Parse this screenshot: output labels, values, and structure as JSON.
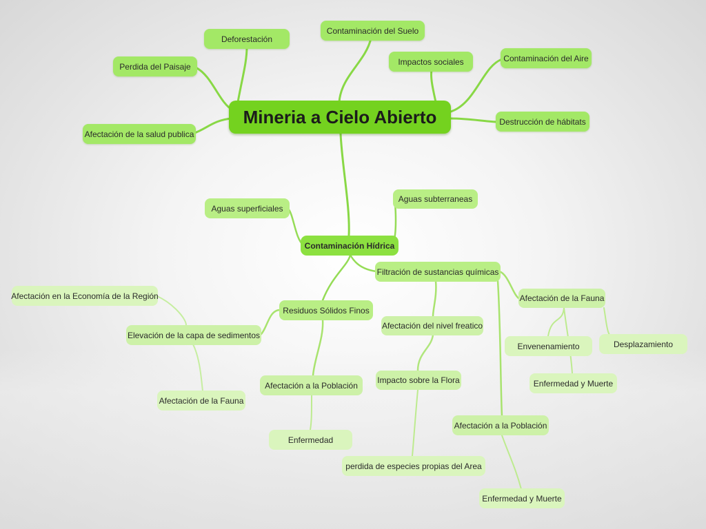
{
  "map": {
    "root": "Mineria a Cielo Abierto",
    "top_branches": {
      "deforestacion": "Deforestación",
      "contaminacion_suelo": "Contaminación del Suelo",
      "perdida_paisaje": "Perdida del Paisaje",
      "impactos_sociales": "Impactos sociales",
      "contaminacion_aire": "Contaminación del Aire",
      "afectacion_salud": "Afectación de la salud publica",
      "destruccion_habitats": "Destrucción de hábitats"
    },
    "hidrica": {
      "label": "Contaminación Hídrica",
      "aguas_superficiales": "Aguas superficiales",
      "aguas_subterraneas": "Aguas subterraneas",
      "filtracion": {
        "label": "Filtración de sustancias químicas",
        "nivel_freatico": "Afectación del nivel freatico",
        "impacto_flora": "Impacto sobre la Flora",
        "perdida_especies": "perdida de especies propias del Area",
        "fauna": "Afectación de la Fauna",
        "envenenamiento": "Envenenamiento",
        "desplazamiento": "Desplazamiento",
        "enfermedad_muerte_fauna": "Enfermedad y Muerte",
        "poblacion": "Afectación a la Población",
        "enfermedad_muerte_poblacion": "Enfermedad y Muerte"
      },
      "residuos": {
        "label": "Residuos Sólidos Finos",
        "sedimentos": "Elevación de la capa de sedimentos",
        "economia": "Afectación en la Economía de la Región",
        "fauna": "Afectación de la Fauna",
        "poblacion": "Afectación a la Población",
        "enfermedad": "Enfermedad"
      }
    }
  },
  "colors": {
    "root": "#74d21f",
    "branch_line": "#8edb4a",
    "node_light": "#cdf1a8"
  }
}
